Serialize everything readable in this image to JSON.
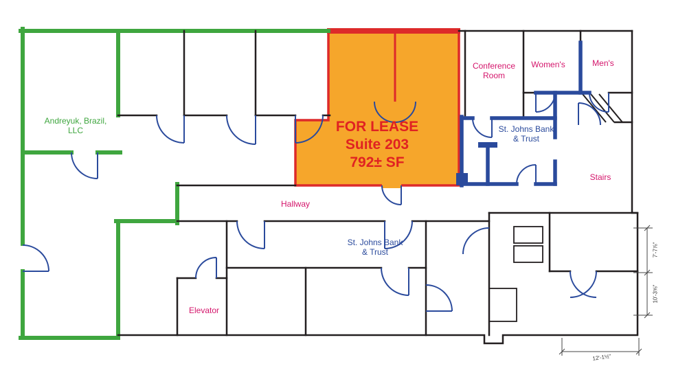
{
  "title": "Office floor plan with Suite 203 for lease",
  "colors": {
    "green_walls": "#3FA63F",
    "orange_fill": "#F6A62B",
    "red_outline": "#DD2A2A",
    "blue_walls": "#2A4A9C",
    "magenta_text": "#D4156B",
    "black_walls": "#231F20"
  },
  "rooms": {
    "tenant_left": {
      "line1": "Andreyuk, Brazil,",
      "line2": "LLC"
    },
    "for_lease": {
      "line1": "FOR LEASE",
      "line2": "Suite 203",
      "line3": "792± SF"
    },
    "conference_room": {
      "line1": "Conference",
      "line2": "Room"
    },
    "womens": {
      "label": "Women's"
    },
    "mens": {
      "label": "Men's"
    },
    "bank_upper": {
      "line1": "St. Johns Bank",
      "line2": "& Trust"
    },
    "stairs": {
      "label": "Stairs"
    },
    "hallway": {
      "label": "Hallway"
    },
    "bank_lower": {
      "line1": "St. Johns Bank",
      "line2": "& Trust"
    },
    "elevator": {
      "label": "Elevator"
    }
  },
  "dimensions": {
    "right_upper": "7'-7⅞\"",
    "right_lower": "10'-3⅝\"",
    "bottom": "12'-1½\""
  }
}
